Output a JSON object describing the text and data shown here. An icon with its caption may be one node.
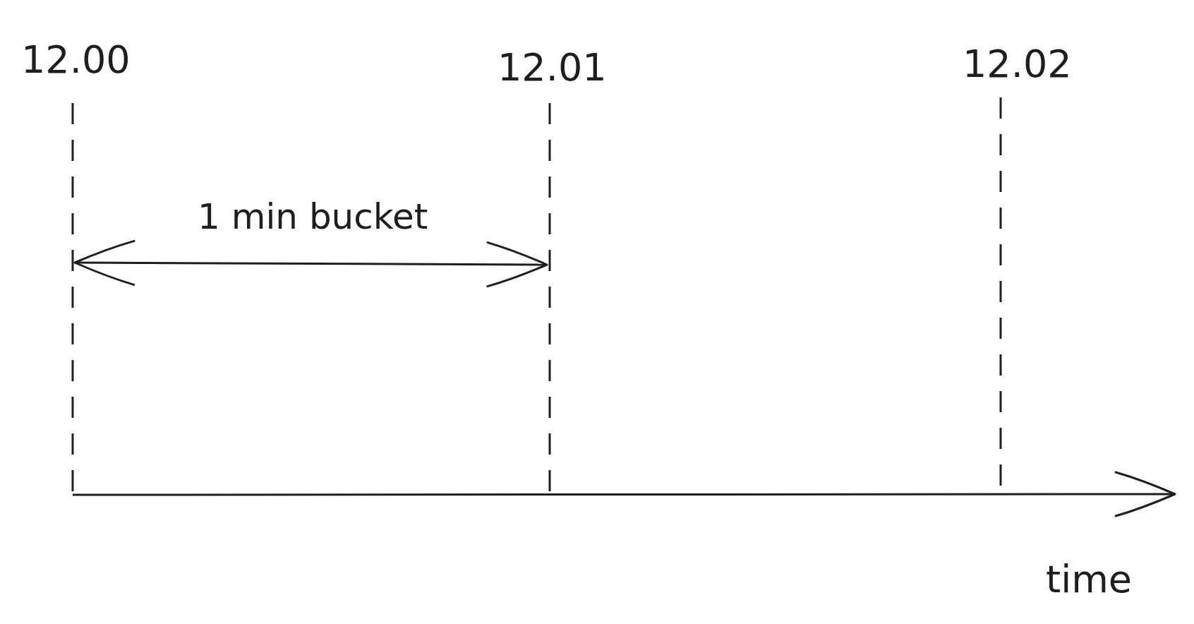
{
  "diagram": {
    "labels": [
      "12.00",
      "12.01",
      "12.02",
      "1 min bucket",
      "time"
    ]
  }
}
